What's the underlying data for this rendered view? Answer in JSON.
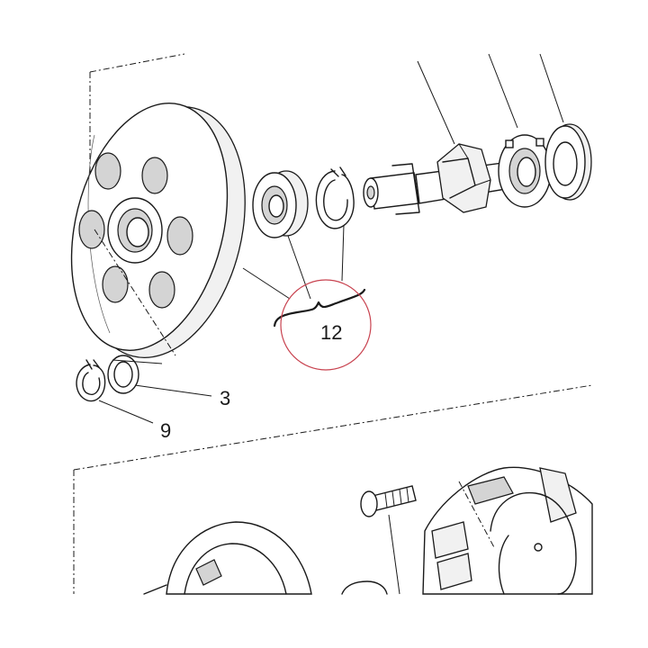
{
  "callouts": [
    {
      "id": "part-12",
      "text": "12"
    },
    {
      "id": "part-3",
      "text": "3"
    },
    {
      "id": "part-9",
      "text": "9"
    }
  ],
  "colors": {
    "line": "#1a1a1a",
    "highlight_circle": "#c8424f",
    "background": "#ffffff"
  }
}
